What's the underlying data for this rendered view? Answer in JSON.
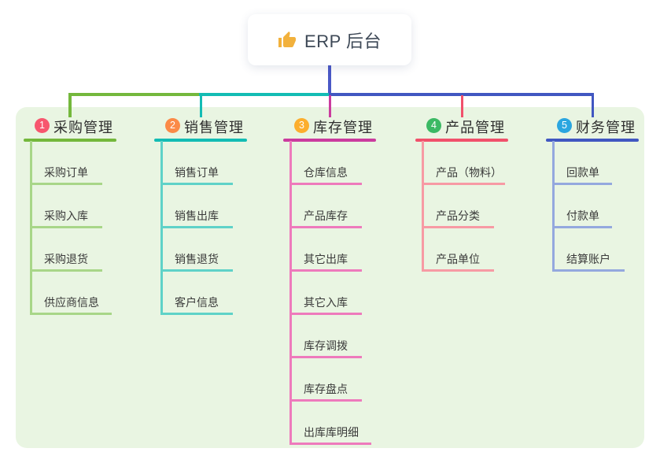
{
  "root": {
    "label": "ERP 后台",
    "icon": "thumbs-up-icon"
  },
  "colors": {
    "panel_bg": "#e9f5e2",
    "root_connector": "#4a58c6",
    "root_text": "#3d4856"
  },
  "branches": [
    {
      "number": "1",
      "title": "采购管理",
      "badge_color": "#f7566e",
      "line_color": "#74b83c",
      "child_line_color": "#a8d688",
      "children": [
        {
          "label": "采购订单"
        },
        {
          "label": "采购入库"
        },
        {
          "label": "采购退货"
        },
        {
          "label": "供应商信息"
        }
      ]
    },
    {
      "number": "2",
      "title": "销售管理",
      "badge_color": "#fb8a47",
      "line_color": "#13bcb4",
      "child_line_color": "#5fd2c8",
      "children": [
        {
          "label": "销售订单"
        },
        {
          "label": "销售出库"
        },
        {
          "label": "销售退货"
        },
        {
          "label": "客户信息"
        }
      ]
    },
    {
      "number": "3",
      "title": "库存管理",
      "badge_color": "#fcae2d",
      "line_color": "#cb3b9e",
      "child_line_color": "#ee7abc",
      "children": [
        {
          "label": "仓库信息"
        },
        {
          "label": "产品库存"
        },
        {
          "label": "其它出库"
        },
        {
          "label": "其它入库"
        },
        {
          "label": "库存调拨"
        },
        {
          "label": "库存盘点"
        },
        {
          "label": "出库库明细"
        }
      ]
    },
    {
      "number": "4",
      "title": "产品管理",
      "badge_color": "#3bb964",
      "line_color": "#f1516b",
      "child_line_color": "#f79aa4",
      "children": [
        {
          "label": "产品（物料）"
        },
        {
          "label": "产品分类"
        },
        {
          "label": "产品单位"
        }
      ]
    },
    {
      "number": "5",
      "title": "财务管理",
      "badge_color": "#2ba6e0",
      "line_color": "#4157c1",
      "child_line_color": "#94a8de",
      "children": [
        {
          "label": "回款单"
        },
        {
          "label": "付款单"
        },
        {
          "label": "结算账户"
        }
      ]
    }
  ]
}
